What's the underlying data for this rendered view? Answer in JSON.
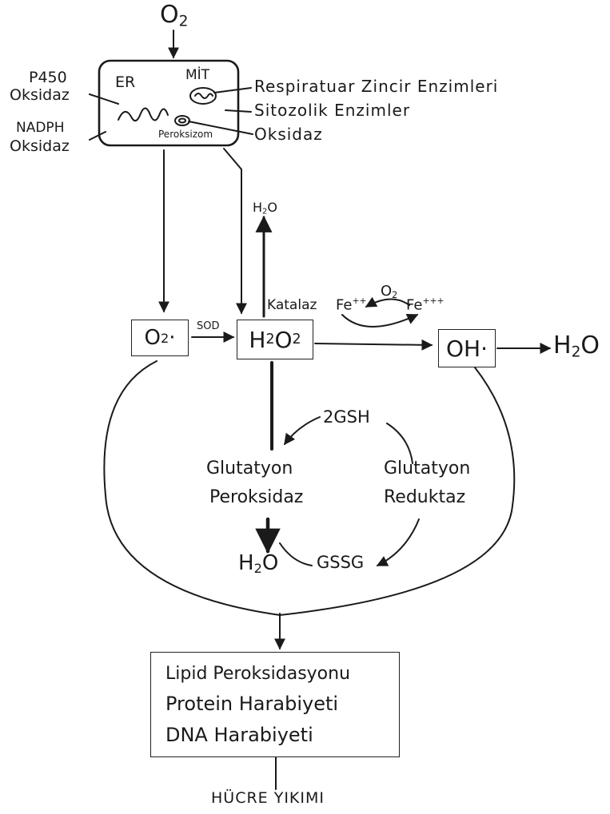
{
  "top": {
    "oxygen": "O",
    "oxygen_sub": "2"
  },
  "cell": {
    "er": "ER",
    "mit": "MİT",
    "peroxisome": "Peroksizom"
  },
  "left_labels": {
    "p450_line1": "P450",
    "p450_line2": "Oksidaz",
    "nadph_line1": "NADPH",
    "nadph_line2": "Oksidaz"
  },
  "right_labels": {
    "respiratory": "Respiratuar Zincir Enzimleri",
    "cytosolic": "Sitozolik Enzimler",
    "oxidase": "Oksidaz"
  },
  "species": {
    "superoxide": "O",
    "superoxide_sub": "2",
    "superoxide_mark": "·",
    "peroxide": "H",
    "peroxide_sub1": "2",
    "peroxide_o": "O",
    "peroxide_sub2": "2",
    "hydroxyl": "OH·",
    "water_right": "H",
    "water_right_sub": "2",
    "water_right_o": "O",
    "water_top": "H",
    "water_top_sub": "2",
    "water_top_o": "O",
    "water_bottom": "H",
    "water_bottom_sub": "2",
    "water_bottom_o": "O"
  },
  "enzymes": {
    "sod": "SOD",
    "katalaz": "Katalaz",
    "fe2": "Fe",
    "fe2_charge": "++",
    "fe3": "Fe",
    "fe3_charge": "+++",
    "o2_radical": "O",
    "o2_radical_sub": "2",
    "gsh": "2GSH",
    "gssg": "GSSG",
    "gpx_line1": "Glutatyon",
    "gpx_line2": "Peroksidaz",
    "gr_line1": "Glutatyon",
    "gr_line2": "Reduktaz"
  },
  "damage": {
    "line1": "Lipid Peroksidasyonu",
    "line2": "Protein Harabiyeti",
    "line3": "DNA Harabiyeti"
  },
  "outcome": "HÜCRE YIKIMI"
}
